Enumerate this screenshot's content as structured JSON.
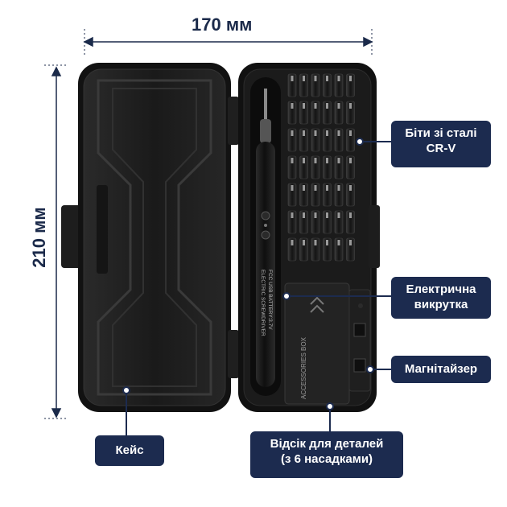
{
  "dimensions": {
    "width_label": "170 мм",
    "height_label": "210 мм"
  },
  "callouts": {
    "bits": [
      "Біти зі сталі",
      "CR-V"
    ],
    "driver": [
      "Електрична",
      "викрутка"
    ],
    "magnetizer": "Магнітайзер",
    "case": "Кейс",
    "parts_box": [
      "Відсік для деталей",
      "(з 6 насадками)"
    ]
  },
  "device_text": {
    "driver_print_1": "ELECTRIC SCREWDRIVER",
    "driver_print_2": "FCC  USB  BATTERY:3.7V",
    "box_print": "ACCESSORIES BOX"
  },
  "colors": {
    "callout_bg": "#1c2b4f",
    "dimension_text": "#1b2a4a",
    "case_body": "#151515"
  }
}
